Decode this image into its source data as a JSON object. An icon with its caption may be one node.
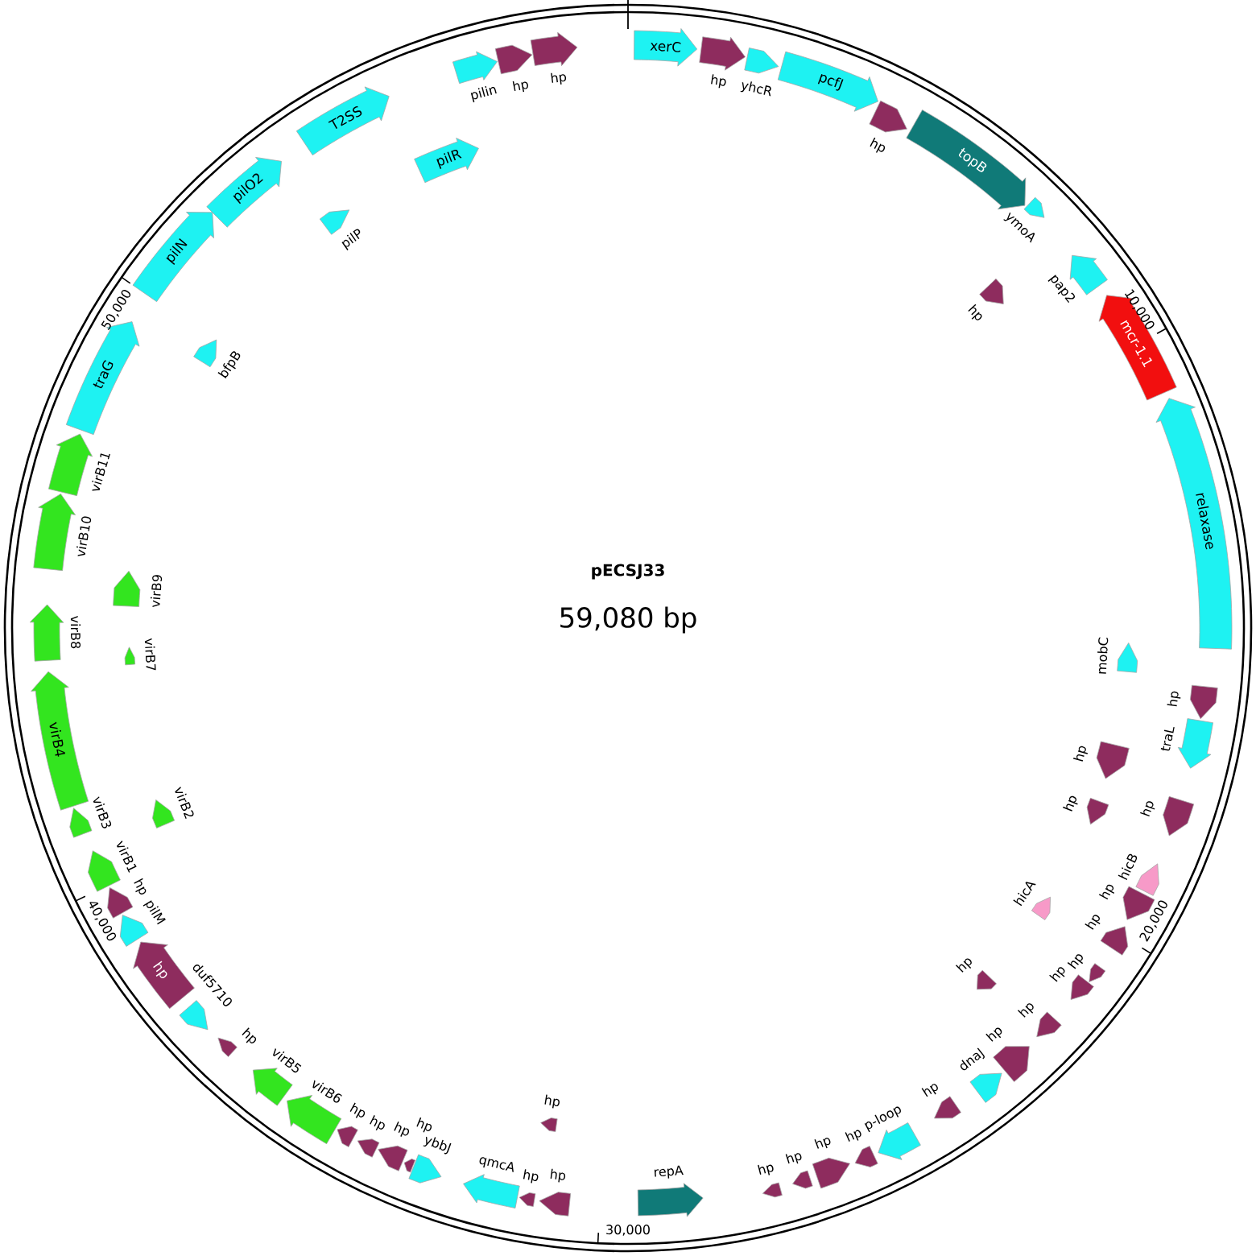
{
  "diagram": {
    "title": "pECSJ33",
    "nodes": [
      {
        "text": [
          "xerC"
        ]
      },
      {
        "text": [
          "hp"
        ]
      },
      {
        "text": [
          "yhcR"
        ]
      },
      {
        "text": [
          "pcfJ"
        ]
      },
      {
        "text": [
          "hp"
        ]
      },
      {
        "text": [
          "topB"
        ]
      },
      {
        "text": [
          "ymoA"
        ]
      },
      {
        "text": [
          "hp"
        ]
      },
      {
        "text": [
          "pap2"
        ]
      },
      {
        "text": [
          "mcr-1.1"
        ]
      },
      {
        "text": [
          "relaxase"
        ]
      },
      {
        "text": [
          "mobC"
        ]
      },
      {
        "text": [
          "hp"
        ]
      },
      {
        "text": [
          "traL"
        ]
      },
      {
        "text": [
          "hp"
        ]
      },
      {
        "text": [
          "hp"
        ]
      },
      {
        "text": [
          "hp"
        ]
      },
      {
        "text": [
          "hicB"
        ]
      },
      {
        "text": [
          "hp"
        ]
      },
      {
        "text": [
          "hicA"
        ]
      },
      {
        "text": [
          "hp"
        ]
      },
      {
        "text": [
          "hp"
        ]
      },
      {
        "text": [
          "hp"
        ]
      },
      {
        "text": [
          "hp"
        ]
      },
      {
        "text": [
          "hp"
        ]
      },
      {
        "text": [
          "hp"
        ]
      },
      {
        "text": [
          "dnaJ"
        ]
      },
      {
        "text": [
          "hp"
        ]
      },
      {
        "text": [
          "p-loop"
        ]
      },
      {
        "text": [
          "hp"
        ]
      },
      {
        "text": [
          "hp"
        ]
      },
      {
        "text": [
          "hp"
        ]
      },
      {
        "text": [
          "hp"
        ]
      },
      {
        "text": [
          "repA"
        ]
      },
      {
        "text": [
          "hp"
        ]
      },
      {
        "text": [
          "hp"
        ]
      },
      {
        "text": [
          "hp"
        ]
      },
      {
        "text": [
          "qmcA"
        ]
      },
      {
        "text": [
          "ybbJ"
        ]
      },
      {
        "text": [
          "hp"
        ]
      },
      {
        "text": [
          "hp"
        ]
      },
      {
        "text": [
          "hp"
        ]
      },
      {
        "text": [
          "hp"
        ]
      },
      {
        "text": [
          "virB6"
        ]
      },
      {
        "text": [
          "virB5"
        ]
      },
      {
        "text": [
          "hp"
        ]
      },
      {
        "text": [
          "duf5710"
        ]
      },
      {
        "text": [
          "hp"
        ]
      },
      {
        "text": [
          "pilM"
        ]
      },
      {
        "text": [
          "hp"
        ]
      },
      {
        "text": [
          "virB1"
        ]
      },
      {
        "text": [
          "virB2"
        ]
      },
      {
        "text": [
          "virB3"
        ]
      },
      {
        "text": [
          "virB4"
        ]
      },
      {
        "text": [
          "virB8"
        ]
      },
      {
        "text": [
          "virB7"
        ]
      },
      {
        "text": [
          "virB9"
        ]
      },
      {
        "text": [
          "virB10"
        ]
      },
      {
        "text": [
          "virB11"
        ]
      },
      {
        "text": [
          "traG"
        ]
      },
      {
        "text": [
          "bfpB"
        ]
      },
      {
        "text": [
          "pilN"
        ]
      },
      {
        "text": [
          "pilO2"
        ]
      },
      {
        "text": [
          "pilP"
        ]
      },
      {
        "text": [
          "T2SS"
        ]
      },
      {
        "text": [
          "pilR"
        ]
      },
      {
        "text": [
          "pilin"
        ]
      },
      {
        "text": [
          "hp"
        ]
      },
      {
        "text": [
          "hp"
        ]
      }
    ],
    "labels": [
      "59,080 bp",
      "10,000",
      "20,000",
      "30,000",
      "40,000",
      "50,000"
    ]
  }
}
